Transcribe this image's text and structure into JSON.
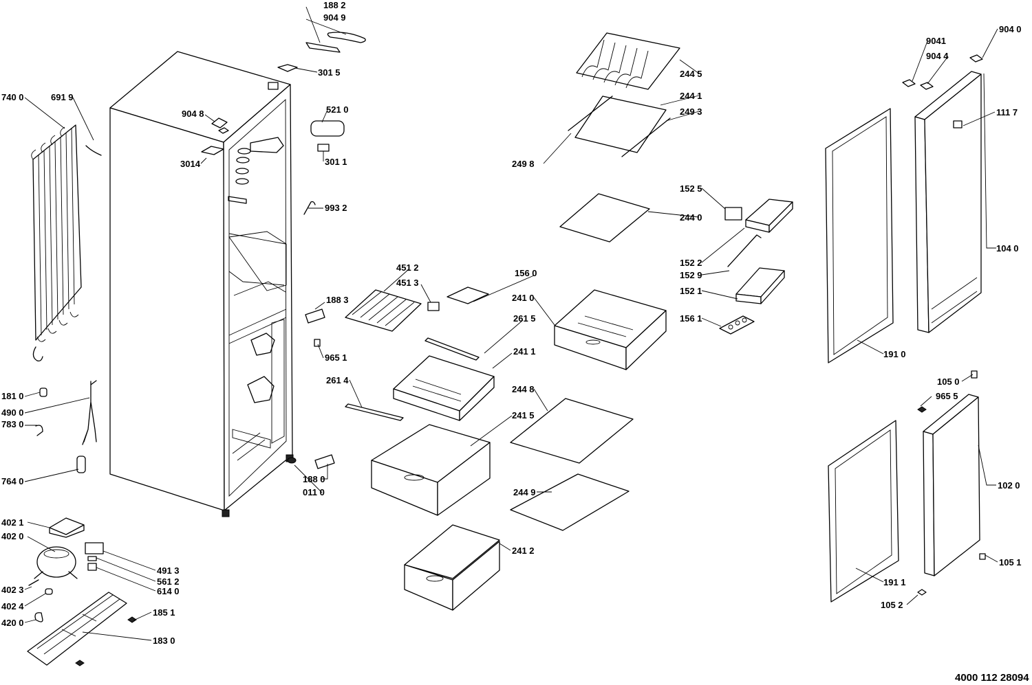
{
  "diagram": {
    "document_number": "4000 112 28094",
    "labels": {
      "l1882": "188 2",
      "l9049": "904 9",
      "l3015": "301 5",
      "l7400": "740 0",
      "l6919": "691 9",
      "l9048": "904 8",
      "l5210": "521 0",
      "l3014": "3014",
      "l3011": "301 1",
      "l9932": "993 2",
      "l4512": "451 2",
      "l4513": "451 3",
      "l1560": "156 0",
      "l1883": "188 3",
      "l9651": "965 1",
      "l2615": "261 5",
      "l2411": "241 1",
      "l2614": "261 4",
      "l1810": "181 0",
      "l4900": "490 0",
      "l7830": "783 0",
      "l7640": "764 0",
      "l1880": "188 0",
      "l0110": "011 0",
      "l2415": "241 5",
      "l4021": "402 1",
      "l4020": "402 0",
      "l4913": "491 3",
      "l5612": "561 2",
      "l6140": "614 0",
      "l4023": "402 3",
      "l4024": "402 4",
      "l1851": "185 1",
      "l4200": "420 0",
      "l1830": "183 0",
      "l2412": "241 2",
      "l2445": "244 5",
      "l2441": "244 1",
      "l2493": "249 3",
      "l2498": "249 8",
      "l2440": "244 0",
      "l1525": "152 5",
      "l1522": "152 2",
      "l1529": "152 9",
      "l1521": "152 1",
      "l1561": "156 1",
      "l2410": "241 0",
      "l2448": "244 8",
      "l2449": "244 9",
      "l9041": "9041",
      "l9044": "904 4",
      "l9040": "904 0",
      "l1117": "111 7",
      "l1040": "104 0",
      "l1910": "191 0",
      "l1050": "105 0",
      "l9655": "965 5",
      "l1020": "102 0",
      "l1051": "105 1",
      "l1911": "191 1",
      "l1052": "105 2"
    }
  }
}
